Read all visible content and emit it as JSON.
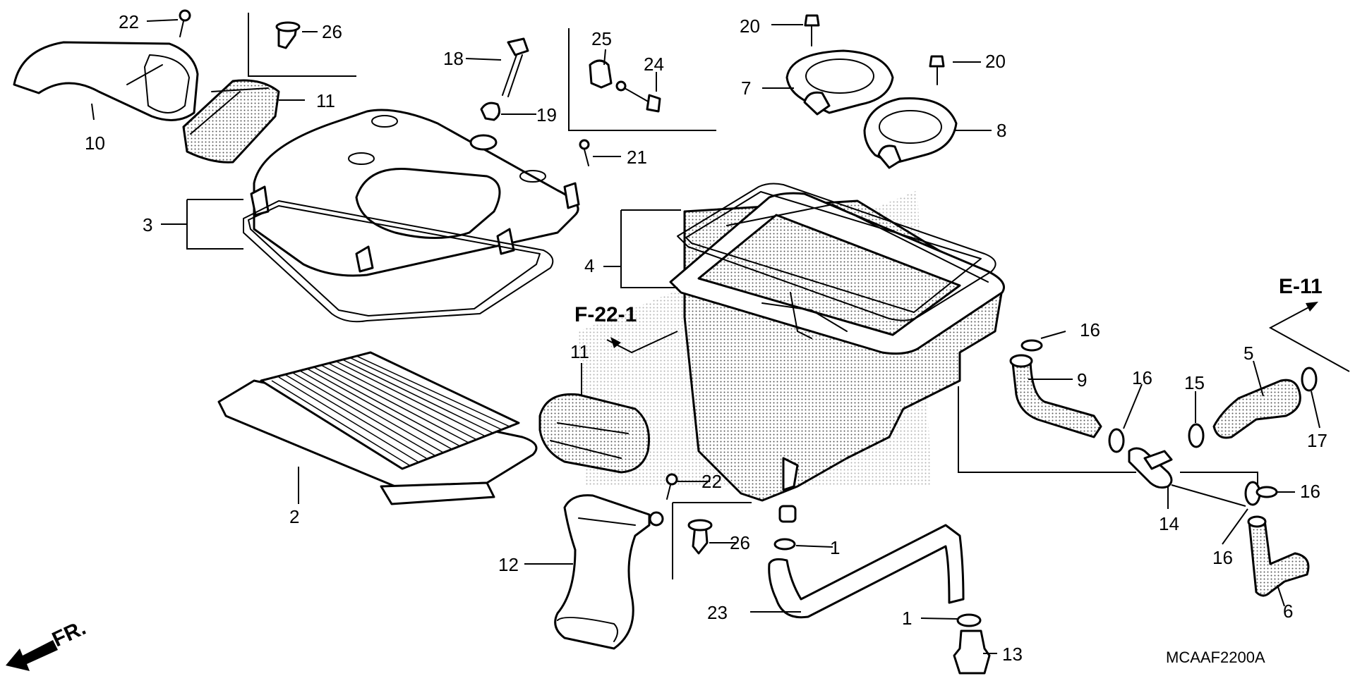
{
  "diagram": {
    "code": "MCAAF2200A",
    "direction_label": "FR.",
    "references": {
      "air_duct_ref": "F-22-1",
      "hose_ref": "E-11"
    },
    "callouts": {
      "c1a": "1",
      "c1b": "1",
      "c2": "2",
      "c3": "3",
      "c4": "4",
      "c5": "5",
      "c6": "6",
      "c7": "7",
      "c8": "8",
      "c9": "9",
      "c10": "10",
      "c11a": "11",
      "c11b": "11",
      "c12": "12",
      "c13": "13",
      "c14": "14",
      "c15": "15",
      "c16a": "16",
      "c16b": "16",
      "c16c": "16",
      "c16d": "16",
      "c17": "17",
      "c18": "18",
      "c19": "19",
      "c20a": "20",
      "c20b": "20",
      "c21": "21",
      "c22a": "22",
      "c22b": "22",
      "c23": "23",
      "c24": "24",
      "c25": "25",
      "c26a": "26",
      "c26b": "26"
    }
  }
}
